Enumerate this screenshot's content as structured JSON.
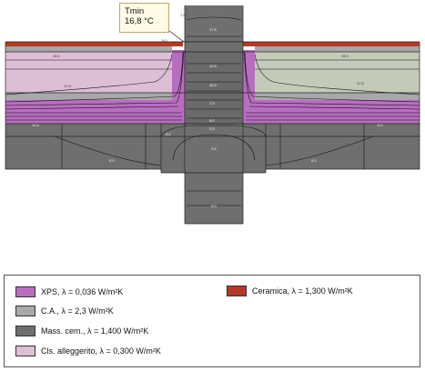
{
  "callout": {
    "label": "Tmin",
    "value": "16,8 °C"
  },
  "isotherm_labels": [
    "15.0",
    "17.5",
    "15.0",
    "17.5",
    "17.5",
    "12.5",
    "10.0",
    "7.5",
    "5.0",
    "2.5",
    "2.5",
    "0.0",
    "5.0",
    "7.5",
    "12.5",
    "0.0",
    "0.0",
    "0.0",
    "0.0"
  ],
  "legend": {
    "items": [
      {
        "name": "XPS",
        "lambda": "λ = 0,036 W/m²K",
        "color": "#b86ec0"
      },
      {
        "name": "C.A.",
        "lambda": "λ = 2,3 W/m²K",
        "color": "#a8a8a8"
      },
      {
        "name": "Mass. cem.",
        "lambda": "λ = 1,400 W/m²K",
        "color": "#6f6f6f"
      },
      {
        "name": "Cls. alleggerito",
        "lambda": "λ = 0,300 W/m²K",
        "color": "#dcbfd6"
      },
      {
        "name": "Ceramica",
        "lambda": "λ = 1,300 W/m²K",
        "color": "#b43a26"
      }
    ]
  }
}
